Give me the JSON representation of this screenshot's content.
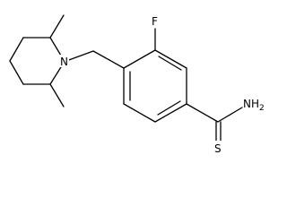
{
  "molecule": {
    "atom_labels": {
      "nitrogen_ring": "N",
      "fluorine": "F",
      "amine": "NH",
      "amine_subscript": "2",
      "sulfur": "S"
    },
    "colors": {
      "bond": "#000000",
      "text": "#000000",
      "background": "#ffffff"
    }
  }
}
